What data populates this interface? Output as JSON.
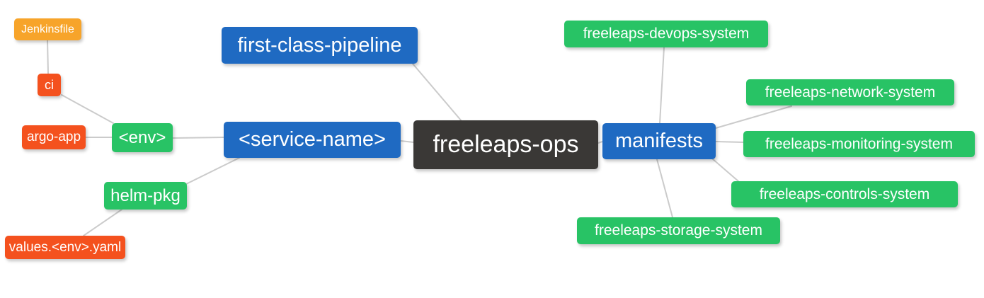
{
  "diagram": {
    "type": "mindmap",
    "background": "#ffffff",
    "edge_color": "#cbcbcb"
  },
  "colors": {
    "blue": "#1f6ac2",
    "green": "#28c365",
    "red": "#f4511e",
    "orange": "#f7a42a",
    "dark": "#3a3836",
    "node_text": "#ffffff"
  },
  "nodes": {
    "jenkinsfile": {
      "label": "Jenkinsfile",
      "color": "#f7a42a"
    },
    "ci": {
      "label": "ci",
      "color": "#f4511e"
    },
    "argo_app": {
      "label": "argo-app",
      "color": "#f4511e"
    },
    "env": {
      "label": "<env>",
      "color": "#28c365"
    },
    "helm_pkg": {
      "label": "helm-pkg",
      "color": "#28c365"
    },
    "values_env_yaml": {
      "label": "values.<env>.yaml",
      "color": "#f4511e"
    },
    "first_class_pipeline": {
      "label": "first-class-pipeline",
      "color": "#1f6ac2"
    },
    "service_name": {
      "label": "<service-name>",
      "color": "#1f6ac2"
    },
    "freeleaps_ops": {
      "label": "freeleaps-ops",
      "color": "#3a3836"
    },
    "manifests": {
      "label": "manifests",
      "color": "#1f6ac2"
    },
    "devops_system": {
      "label": "freeleaps-devops-system",
      "color": "#28c365"
    },
    "network_system": {
      "label": "freeleaps-network-system",
      "color": "#28c365"
    },
    "monitoring_system": {
      "label": "freeleaps-monitoring-system",
      "color": "#28c365"
    },
    "controls_system": {
      "label": "freeleaps-controls-system",
      "color": "#28c365"
    },
    "storage_system": {
      "label": "freeleaps-storage-system",
      "color": "#28c365"
    }
  },
  "edges": [
    {
      "from": "Jenkinsfile",
      "to": "ci"
    },
    {
      "from": "ci",
      "to": "<env>"
    },
    {
      "from": "argo-app",
      "to": "<env>"
    },
    {
      "from": "<env>",
      "to": "<service-name>"
    },
    {
      "from": "helm-pkg",
      "to": "<service-name>"
    },
    {
      "from": "values.<env>.yaml",
      "to": "helm-pkg"
    },
    {
      "from": "first-class-pipeline",
      "to": "freeleaps-ops"
    },
    {
      "from": "<service-name>",
      "to": "freeleaps-ops"
    },
    {
      "from": "freeleaps-ops",
      "to": "manifests"
    },
    {
      "from": "manifests",
      "to": "freeleaps-devops-system"
    },
    {
      "from": "manifests",
      "to": "freeleaps-network-system"
    },
    {
      "from": "manifests",
      "to": "freeleaps-monitoring-system"
    },
    {
      "from": "manifests",
      "to": "freeleaps-controls-system"
    },
    {
      "from": "manifests",
      "to": "freeleaps-storage-system"
    }
  ]
}
